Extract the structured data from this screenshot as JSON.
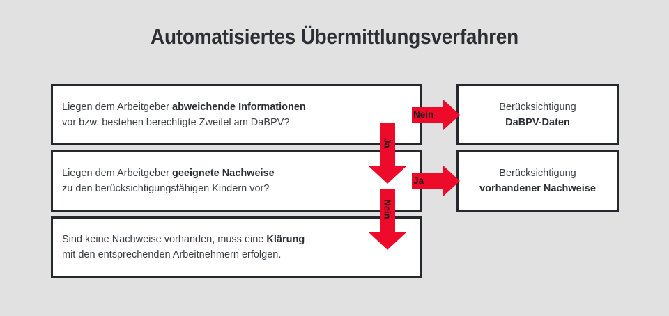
{
  "page": {
    "title": "Automatisiertes Übermittlungsverfahren",
    "background_color": "#e1e1e1",
    "accent_color": "#ee0a2a",
    "border_color": "#25282c",
    "text_color": "#3a3d42"
  },
  "flowchart": {
    "type": "decision-flowchart",
    "decision_boxes": [
      {
        "id": "box-1",
        "line1_plain": "Liegen dem Arbeitgeber ",
        "line1_bold": "abweichende Informationen",
        "line2_plain": "vor bzw. bestehen berechtigte Zweifel am DaBPV?"
      },
      {
        "id": "box-2",
        "line1_plain": "Liegen dem Arbeitgeber ",
        "line1_bold": "geeignete Nachweise",
        "line2_plain": "zu den berücksichtigungsfähigen Kindern vor?"
      },
      {
        "id": "box-3",
        "line1_plain": "Sind keine Nachweise vorhanden, muss eine ",
        "line1_bold": "Klärung",
        "line2_plain": "mit den entsprechenden Arbeitnehmern erfolgen."
      }
    ],
    "outcome_boxes": [
      {
        "id": "outcome-1",
        "line1": "Berücksichtigung",
        "line2_bold": "DaBPV-Daten"
      },
      {
        "id": "outcome-2",
        "line1": "Berücksichtigung",
        "line2_bold": "vorhandener Nachweise"
      }
    ],
    "connectors": [
      {
        "id": "arrow-h-1",
        "label": "Nein",
        "direction": "right",
        "from": "box-1",
        "to": "outcome-1"
      },
      {
        "id": "arrow-v-1",
        "label": "Ja",
        "direction": "down",
        "from": "box-1",
        "to": "box-2"
      },
      {
        "id": "arrow-h-2",
        "label": "Ja",
        "direction": "right",
        "from": "box-2",
        "to": "outcome-2"
      },
      {
        "id": "arrow-v-2",
        "label": "Nein",
        "direction": "down",
        "from": "box-2",
        "to": "box-3"
      }
    ]
  }
}
